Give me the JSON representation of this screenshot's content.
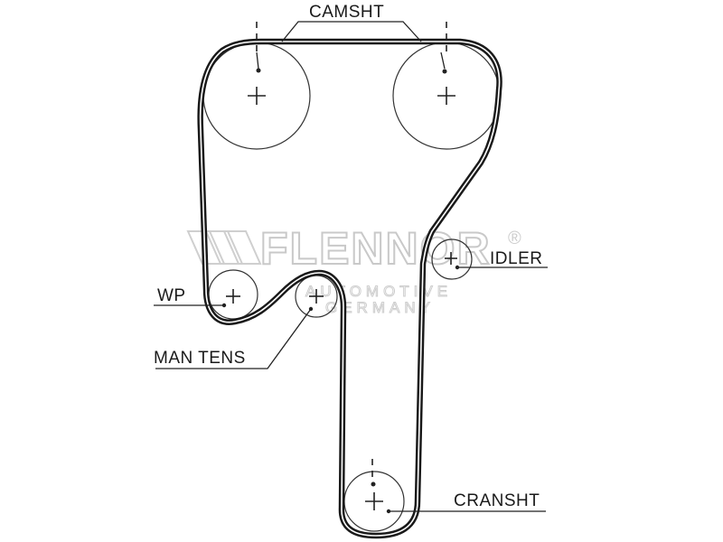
{
  "labels": {
    "camshaft": "CAMSHT",
    "idler": "IDLER",
    "water_pump": "WP",
    "manual_tensioner": "MAN TENS",
    "crankshaft": "CRANSHT"
  },
  "watermark": {
    "brand": "FLENNOR",
    "registered": "®",
    "line1": "AUTOMOTIVE",
    "line2": "GERMANY"
  },
  "colors": {
    "line": "#1a1a1a",
    "watermark": "#c9c9c9",
    "background": "#ffffff"
  }
}
